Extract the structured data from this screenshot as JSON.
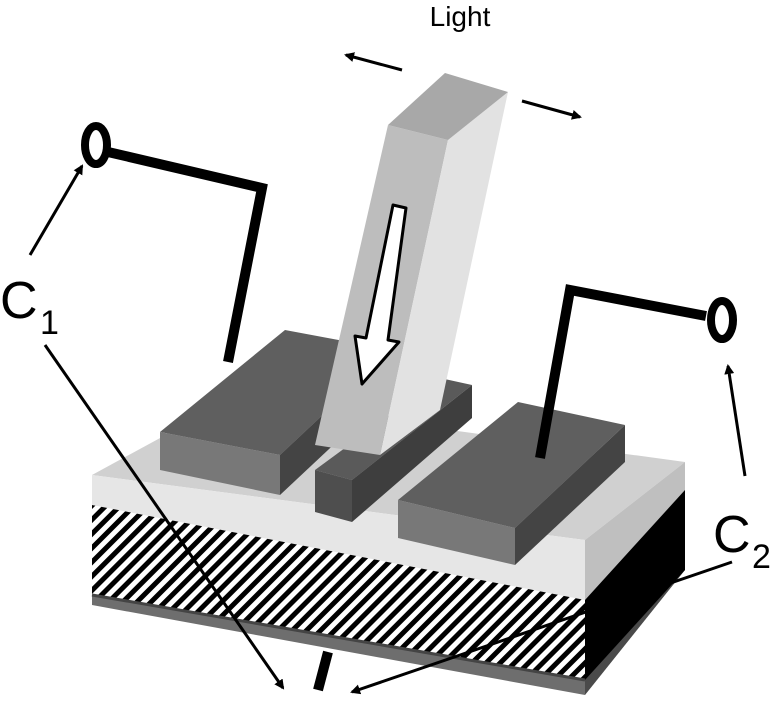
{
  "labels": {
    "light": "Light",
    "c1_main": "C",
    "c1_sub": "1",
    "c2_main": "C",
    "c2_sub": "2"
  },
  "colors": {
    "outline": "#000000",
    "base_plate": "#6e6e6e",
    "base_plate_side": "#4a4a4a",
    "substrate_side": "#000000",
    "top_layer": "#d0d0d0",
    "top_layer_front": "#e6e6e6",
    "electrode_top": "#5f5f5f",
    "electrode_front": "#787878",
    "electrode_side": "#444444",
    "gap_block": "#555555",
    "beam_front": "#bdbdbd",
    "beam_side": "#e0e0e0",
    "beam_top": "#a8a8a8",
    "wire": "#000000"
  }
}
